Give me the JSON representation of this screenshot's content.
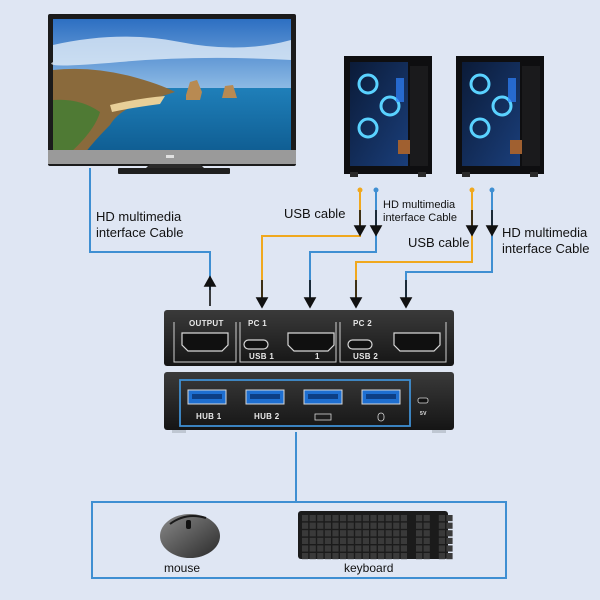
{
  "labels": {
    "hdmi_cable_left": "HD multimedia\ninterface Cable",
    "hdmi_cable_mid": "HD multimedia\ninterface Cable",
    "hdmi_cable_right": "HD multimedia\ninterface Cable",
    "usb_cable_1": "USB cable",
    "usb_cable_2": "USB cable"
  },
  "switch_top": {
    "output": "OUTPUT",
    "pc1": "PC 1",
    "pc2": "PC 2",
    "usb1": "USB 1",
    "usb2": "USB 2",
    "one": "1"
  },
  "switch_bottom": {
    "hub1": "HUB 1",
    "hub2": "HUB 2",
    "power": "5V"
  },
  "devices": {
    "mouse": "mouse",
    "keyboard": "keyboard"
  },
  "colors": {
    "hdmi_line": "#3f8fd2",
    "usb_line": "#f0a81e",
    "frame_line": "#3f8fd2",
    "background": "#dfe6f3"
  }
}
